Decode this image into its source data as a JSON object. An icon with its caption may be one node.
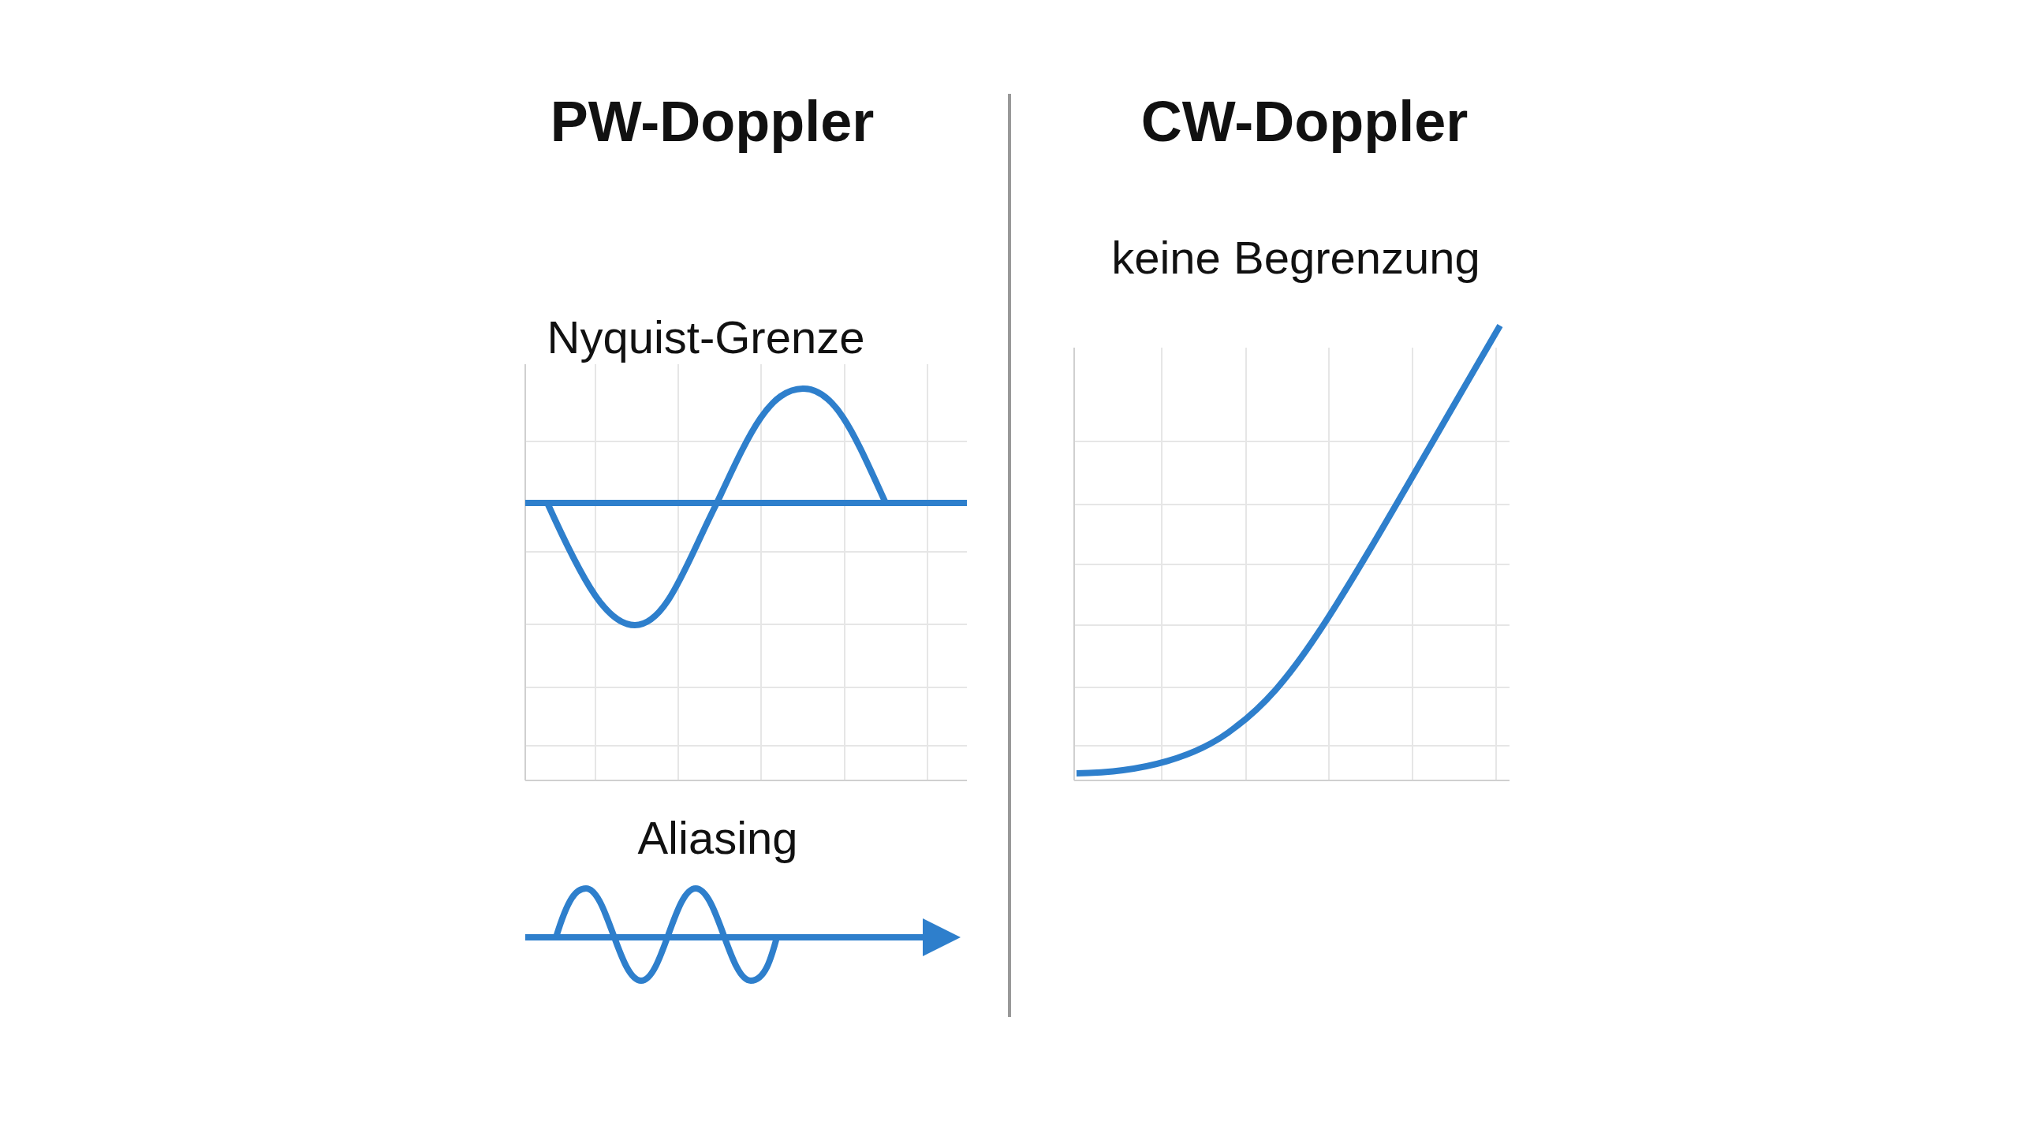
{
  "diagram": {
    "labels": [
      "PW-Doppler",
      "CW-Doppler",
      "keine Begrenzung",
      "Nyquist-Grenze",
      "Aliasing"
    ]
  }
}
